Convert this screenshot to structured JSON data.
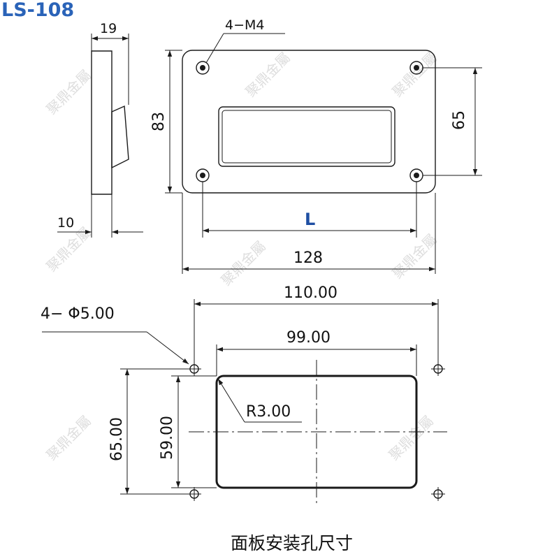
{
  "model": "LS-108",
  "colors": {
    "model": "#2a63b8",
    "accent_label": "#1f4fa3",
    "line": "#1a1a1a",
    "panel": "#f4f4f4"
  },
  "top_view": {
    "side_depth": "19",
    "side_thickness": "10",
    "holes": "4−M4",
    "height": "83",
    "hole_spacing_vertical": "65",
    "hole_spacing_horizontal": "L",
    "width": "128"
  },
  "cutout": {
    "hole_spacing_width": "110.00",
    "cutout_width": "99.00",
    "holes": "4− Φ5.00",
    "corner_radius": "R3.00",
    "hole_spacing_height": "65.00",
    "cutout_height": "59.00",
    "caption": "面板安装孔尺寸"
  },
  "watermark": "聚鼎金屬"
}
